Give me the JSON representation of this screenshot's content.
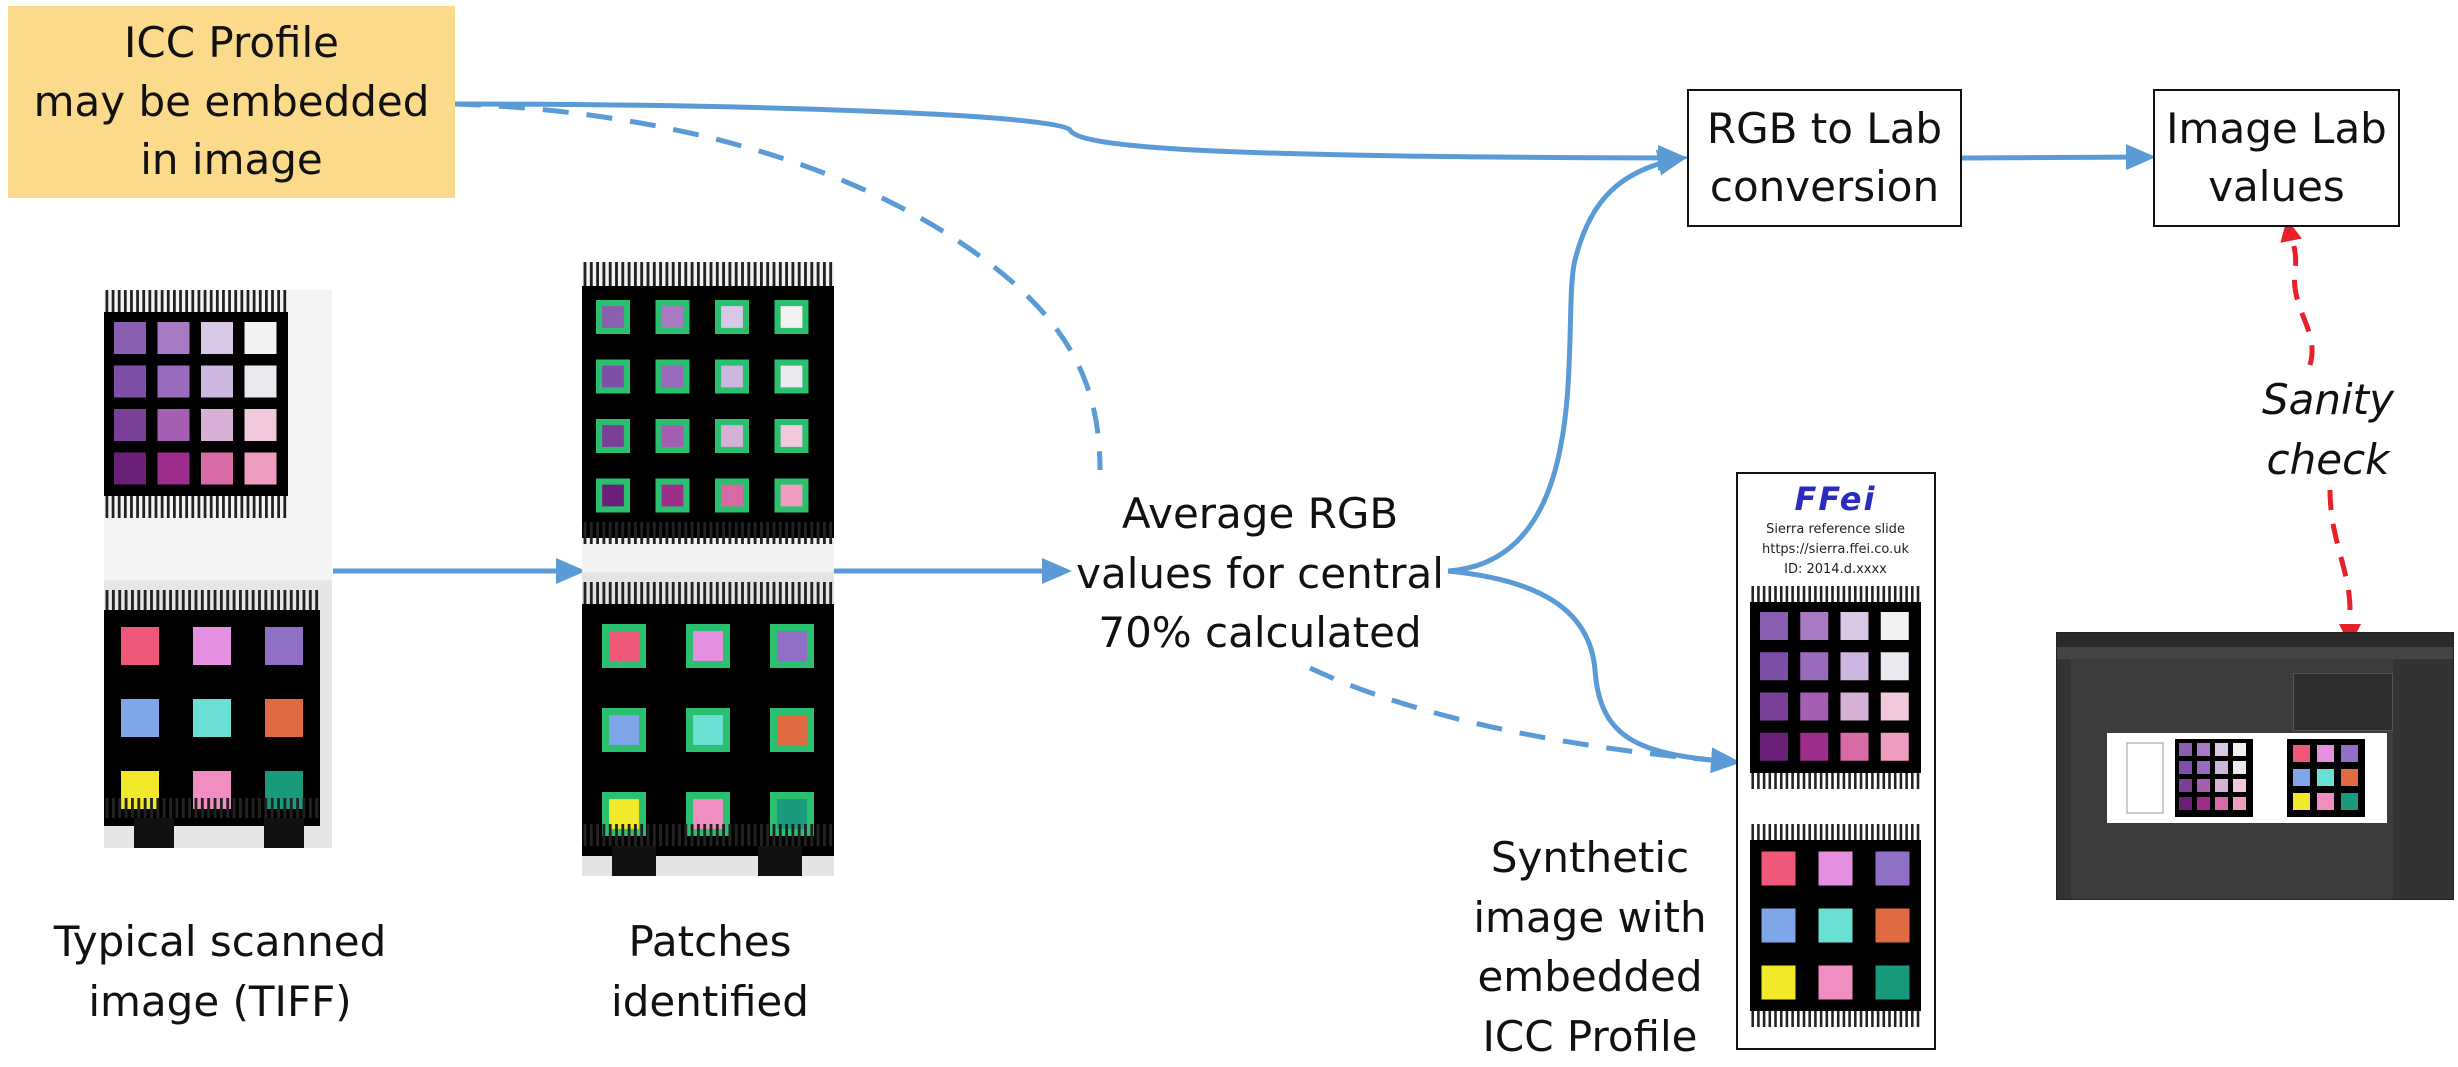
{
  "icc_box": {
    "lines": [
      "ICC Profile",
      "may be embedded",
      "in image"
    ]
  },
  "rgb_to_lab": {
    "lines": [
      "RGB to Lab",
      "conversion"
    ]
  },
  "image_lab": {
    "lines": [
      "Image Lab",
      "values"
    ]
  },
  "average": {
    "lines": [
      "Average RGB",
      "values for central",
      "70% calculated"
    ]
  },
  "sanity": {
    "lines": [
      "Sanity",
      "check"
    ]
  },
  "scanned_caption": {
    "lines": [
      "Typical scanned",
      "image (TIFF)"
    ]
  },
  "patches_caption": {
    "lines": [
      "Patches",
      "identified"
    ]
  },
  "synthetic_caption": {
    "lines": [
      "Synthetic",
      "image with",
      "embedded",
      "ICC Profile"
    ]
  },
  "slide": {
    "logo": "FFei",
    "name": "Sierra reference slide",
    "url": "https://sierra.ffei.co.uk",
    "id": "ID:  2014.d.xxxx"
  },
  "colors": {
    "arrow": "#5b9bd5",
    "sanity_arrow": "#e8202a",
    "icc_fill": "#fbdb8b",
    "logo": "#2b2bbf"
  },
  "top_grid_colors": [
    [
      "#8a5fb0",
      "#a77ac3",
      "#d8c8e6",
      "#f2f2f2"
    ],
    [
      "#7d4fa8",
      "#9a6bbd",
      "#cdb6df",
      "#ebe8ef"
    ],
    [
      "#7a3f97",
      "#a55fb2",
      "#d7b0d6",
      "#f2c9dc"
    ],
    [
      "#6b2078",
      "#9c2d8a",
      "#d86aa6",
      "#ee9cc0"
    ]
  ],
  "bottom_grid_colors": [
    [
      "#f0587a",
      "#e58fe0",
      "#9070c6"
    ],
    [
      "#7fa6e8",
      "#6ae0d5",
      "#e06a42"
    ],
    [
      "#f2e82a",
      "#f08ec1",
      "#1a9a7c"
    ]
  ]
}
